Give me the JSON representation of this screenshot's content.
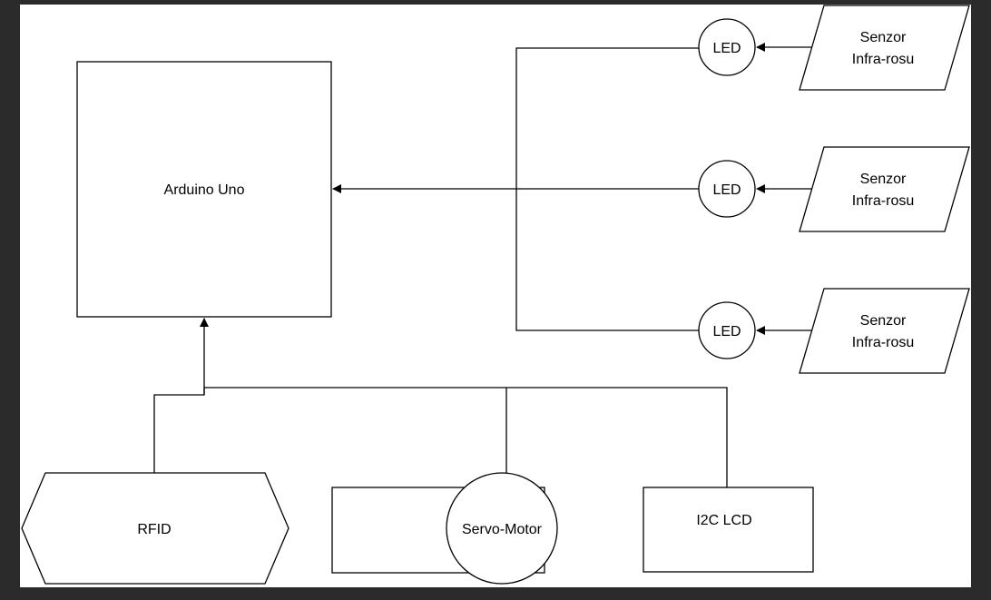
{
  "diagram": {
    "colors": {
      "frame": "#2b2b2b",
      "canvas": "#ffffff",
      "stroke": "#000000"
    },
    "nodes": {
      "arduino": {
        "label": "Arduino Uno"
      },
      "led_1": {
        "label": "LED"
      },
      "led_2": {
        "label": "LED"
      },
      "led_3": {
        "label": "LED"
      },
      "sensor_1": {
        "line1": "Senzor",
        "line2": "Infra-rosu"
      },
      "sensor_2": {
        "line1": "Senzor",
        "line2": "Infra-rosu"
      },
      "sensor_3": {
        "line1": "Senzor",
        "line2": "Infra-rosu"
      },
      "rfid": {
        "label": "RFID"
      },
      "servo": {
        "label": "Servo-Motor"
      },
      "lcd": {
        "label": "I2C LCD"
      }
    }
  }
}
